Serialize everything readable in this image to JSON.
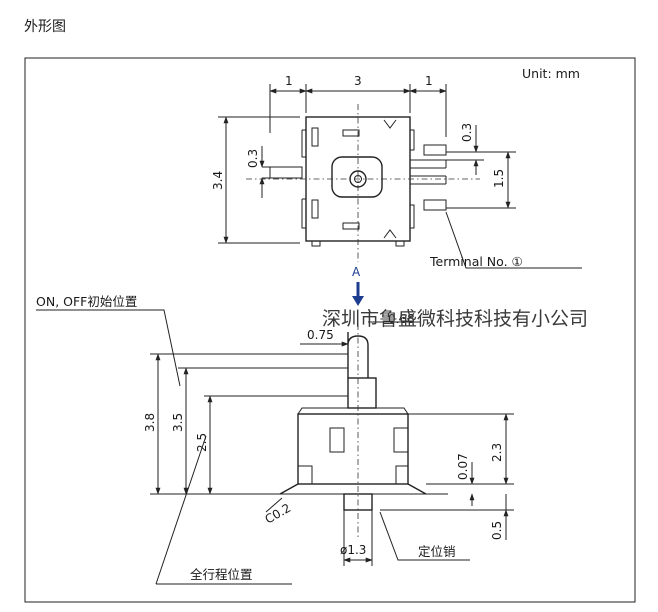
{
  "page": {
    "heading": "外形图",
    "unit": "Unit: mm",
    "watermark": "深圳市鲁盛微科技科技有小公司"
  },
  "top_view": {
    "dims": {
      "d_left": "1",
      "d_middle": "3",
      "d_right": "1",
      "d_height": "3.4",
      "d_pin_left": "0.3",
      "d_pin_right": "0.3",
      "d_pin_pitch": "1.5"
    },
    "terminal_label": "Terminal No. ①",
    "view_arrow": "A"
  },
  "side_view": {
    "dims": {
      "d_068": "0.68",
      "d_075": "0.75",
      "d_38": "3.8",
      "d_35": "3.5",
      "d_25": "2.5",
      "d_23": "2.3",
      "d_007": "0.07",
      "d_05": "0.5",
      "d_c02": "C0.2",
      "d_phi13": "ø1.3"
    },
    "on_off_label": "ON, OFF初始位置",
    "full_stroke_label": "全行程位置",
    "pin_label": "定位销"
  }
}
